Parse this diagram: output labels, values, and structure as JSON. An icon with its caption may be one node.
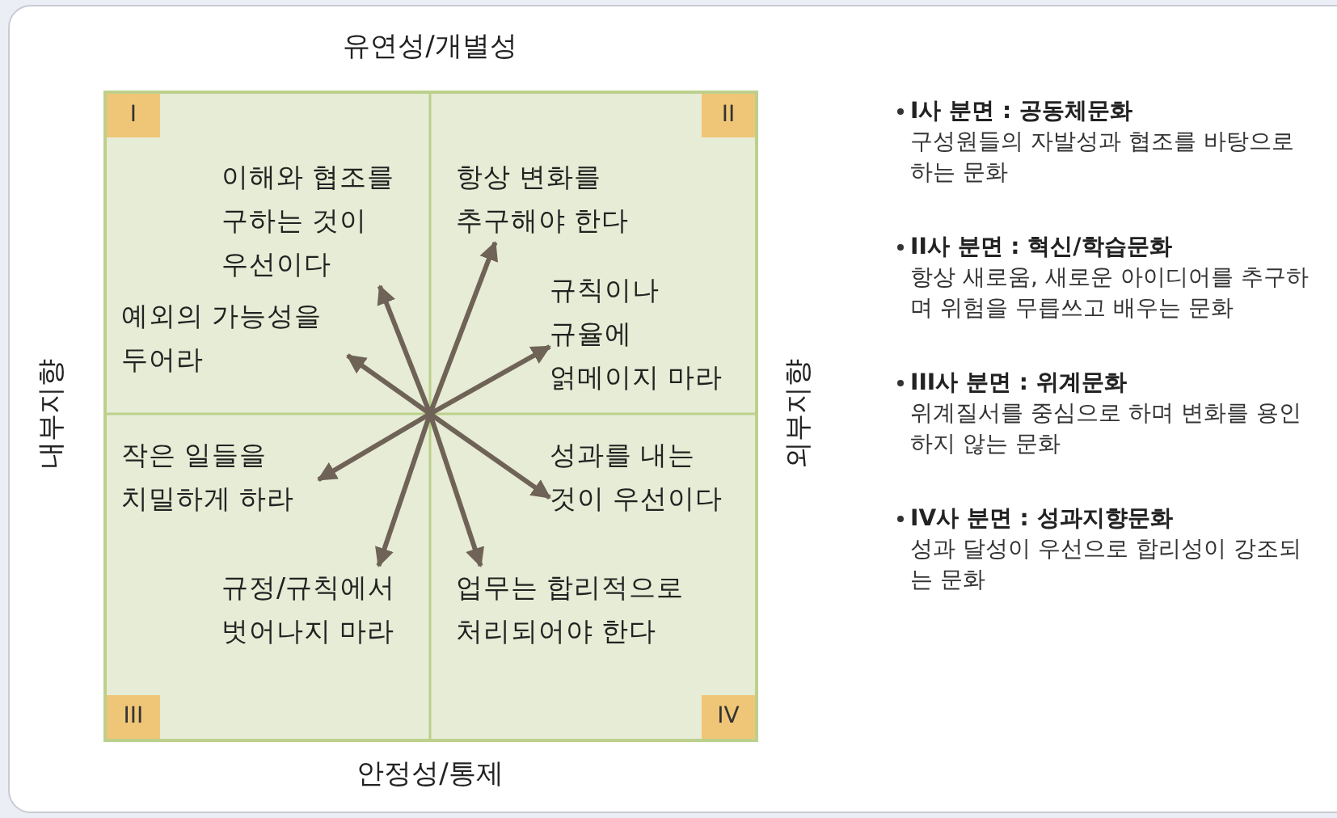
{
  "diagram": {
    "nodes": [
      {
        "text": [],
        "shape": "box"
      },
      {
        "text": [
          "I"
        ],
        "in": 0
      },
      {
        "text": [
          "II"
        ],
        "in": 0
      },
      {
        "text": [
          "III"
        ],
        "in": 0
      },
      {
        "text": [
          "IV"
        ],
        "in": 0
      },
      {
        "text": [
          "이해와 협조를 구하는 것이 우선이다"
        ],
        "in": 0
      },
      {
        "text": [
          "항상 변화를 추구해야 한다"
        ],
        "in": 0
      },
      {
        "text": [
          "예외의 가능성을 두어라"
        ],
        "in": 0
      },
      {
        "text": [
          "규칙이나 규율에 얽메이지 마라"
        ],
        "in": 0
      },
      {
        "text": [
          "작은 일들을 치밀하게 하라"
        ],
        "in": 0
      },
      {
        "text": [
          "성과를 내는 것이 우선이다"
        ],
        "in": 0
      },
      {
        "text": [
          "규정/규칙에서 벗어나지 마라"
        ],
        "in": 0
      },
      {
        "text": [
          "업무는 합리적으로 처리되어야 한다"
        ],
        "in": 0
      }
    ],
    "edges": [
      {
        "from": null,
        "to": 5,
        "arrow": "to"
      },
      {
        "from": null,
        "to": 6,
        "arrow": "to"
      },
      {
        "from": null,
        "to": 7,
        "arrow": "to"
      },
      {
        "from": null,
        "to": 8,
        "arrow": "to"
      },
      {
        "from": null,
        "to": 9,
        "arrow": "to"
      },
      {
        "from": null,
        "to": 10,
        "arrow": "to"
      },
      {
        "from": null,
        "to": 11,
        "arrow": "to"
      },
      {
        "from": null,
        "to": 12,
        "arrow": "to"
      }
    ],
    "labels": [
      "유연성/개별성",
      "내부지향",
      "외부지향",
      "안정성/통제",
      "I사 분면 : 공동체문화",
      "구성원들의 자발성과 협조를 바탕으로 하는 문화",
      "II사 분면 : 혁신/학습문화",
      "항상 새로움, 새로운 아이디어를 추구하며 위험을 무릅쓰고 배우는 문화",
      "III사 분면 : 위계문화",
      "위계질서를 중심으로 하며 변화를 용인하지 않는 문화",
      "IV사 분면 : 성과지향문화",
      "성과 달성이 우선으로 합리성이 강조되는 문화"
    ]
  }
}
